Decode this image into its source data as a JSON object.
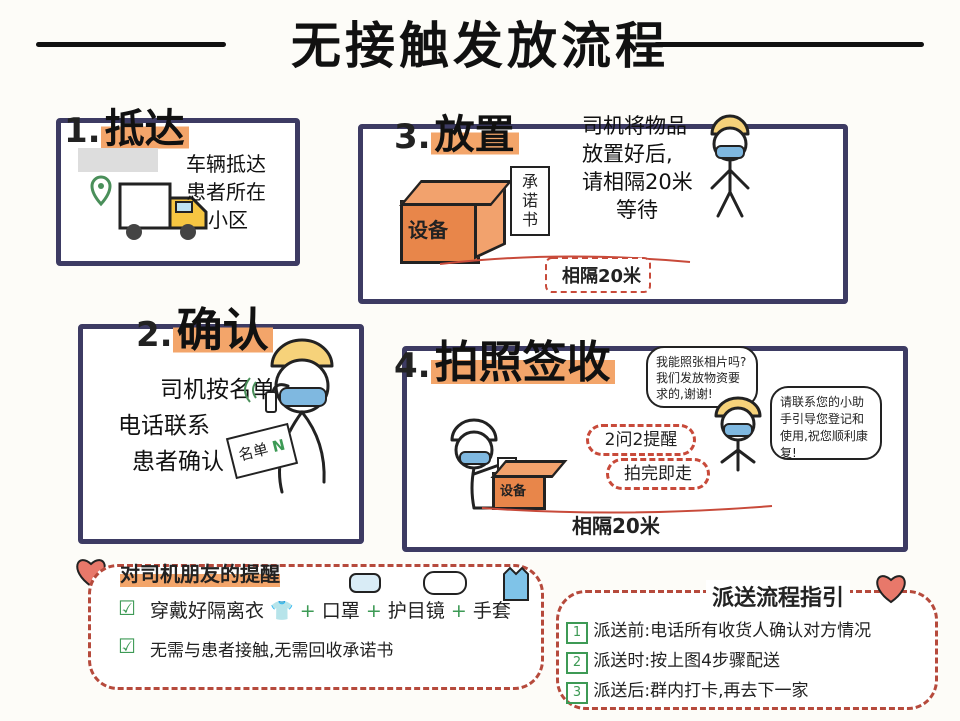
{
  "title": "无接触发放流程",
  "steps": {
    "s1": {
      "num": "1.",
      "word": "抵达",
      "text_lines": [
        "车辆抵达",
        "患者所在",
        "小区"
      ]
    },
    "s2": {
      "num": "2.",
      "word": "确认",
      "text_lines": [
        "司机按名单",
        "电话联系",
        "患者确认"
      ],
      "list_label": "名单"
    },
    "s3": {
      "num": "3.",
      "word": "放置",
      "text_lines": [
        "司机将物品",
        "放置好后,",
        "请相隔20米",
        "等待"
      ],
      "box_label": "设备",
      "paper_label": "承诺书",
      "distance": "相隔20米"
    },
    "s4": {
      "num": "4.",
      "word": "拍照签收",
      "bubble_left": "我能照张相片吗?我们发放物资要求的,谢谢!",
      "bubble_right": "请联系您的小助手引导您登记和使用,祝您顺利康复!",
      "pill_1": "2问2提醒",
      "pill_2": "拍完即走",
      "box_label": "设备",
      "distance": "相隔20米"
    }
  },
  "reminder": {
    "title": "对司机朋友的提醒",
    "line1": "穿戴好隔离衣",
    "line1_items": [
      "口罩",
      "护目镜",
      "手套"
    ],
    "line2": "无需与患者接触,无需回收承诺书",
    "plus": "+"
  },
  "guide": {
    "title": "派送流程指引",
    "items": [
      {
        "num": "1",
        "label": "派送前:",
        "text": "电话所有收货人确认对方情况"
      },
      {
        "num": "2",
        "label": "派送时:",
        "text": "按上图4步骤配送"
      },
      {
        "num": "3",
        "label": "派送后:",
        "text": "群内打卡,再去下一家"
      }
    ]
  },
  "colors": {
    "panel_border": "#3d3b63",
    "accent_orange": "#f3a56a",
    "dash_red": "#c84a3a",
    "check_green": "#3d9a55",
    "heart": "#e8786a"
  }
}
